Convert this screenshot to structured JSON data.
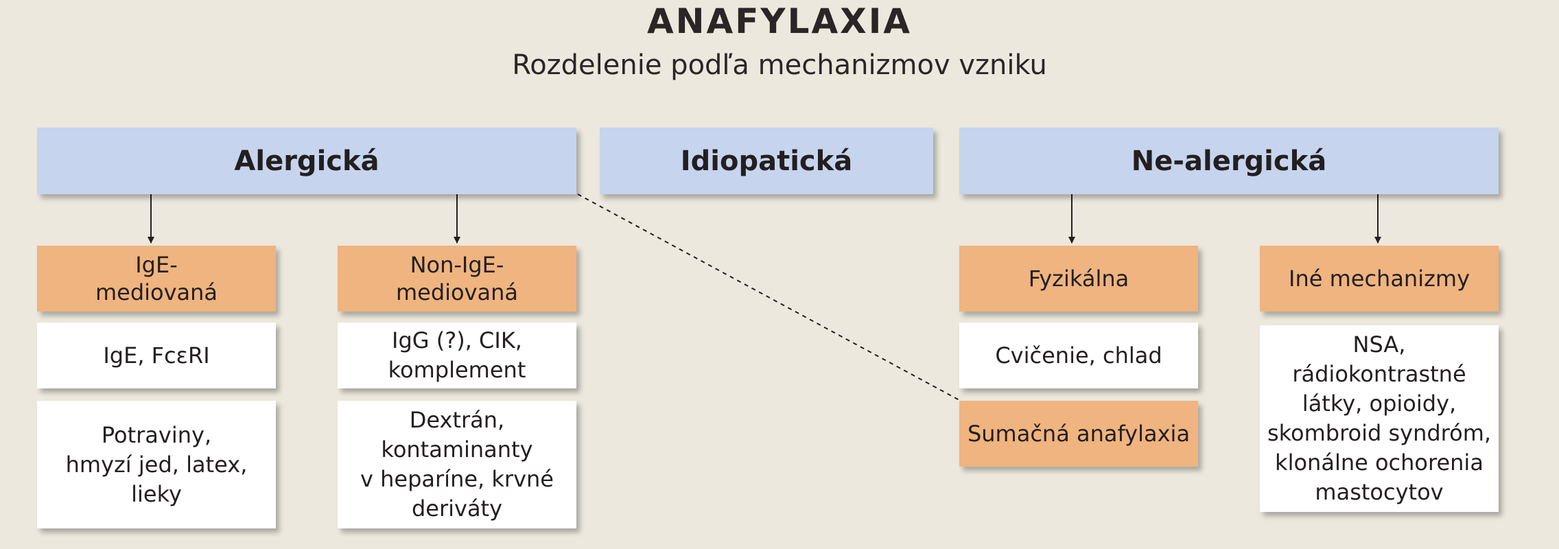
{
  "title": "ANAFYLAXIA",
  "subtitle": "Rozdelenie podľa mechanizmov vzniku",
  "categories": {
    "allergic": "Alergická",
    "idiopathic": "Idiopatická",
    "nonallergic": "Ne-alergická"
  },
  "allergic_branches": {
    "ige_mediated": {
      "label": "IgE-\nmediovaná",
      "mechanism": "IgE, FcεRI",
      "causes": "Potraviny,\nhmyzí jed, latex,\nlieky"
    },
    "non_ige_mediated": {
      "label": "Non-IgE-\nmediovaná",
      "mechanism": "IgG (?), CIK,\nkomplement",
      "causes": "Dextrán,\nkontaminanty\nv heparíne, krvné\nderiváty"
    }
  },
  "nonallergic_branches": {
    "physical": {
      "label": "Fyzikálna",
      "examples": "Cvičenie, chlad",
      "summation": "Sumačná anafylaxia"
    },
    "other": {
      "label": "Iné mechanizmy",
      "examples": "NSA,\nrádiokontrastné\nlátky, opioidy,\nskombroid syndróm,\nklonálne ochorenia\nmastocytov"
    }
  },
  "colors": {
    "background": "#ece8dd",
    "category_box": "#c6d4ee",
    "subtype_box": "#efb47f",
    "detail_box": "#ffffff",
    "text": "#231f20"
  }
}
